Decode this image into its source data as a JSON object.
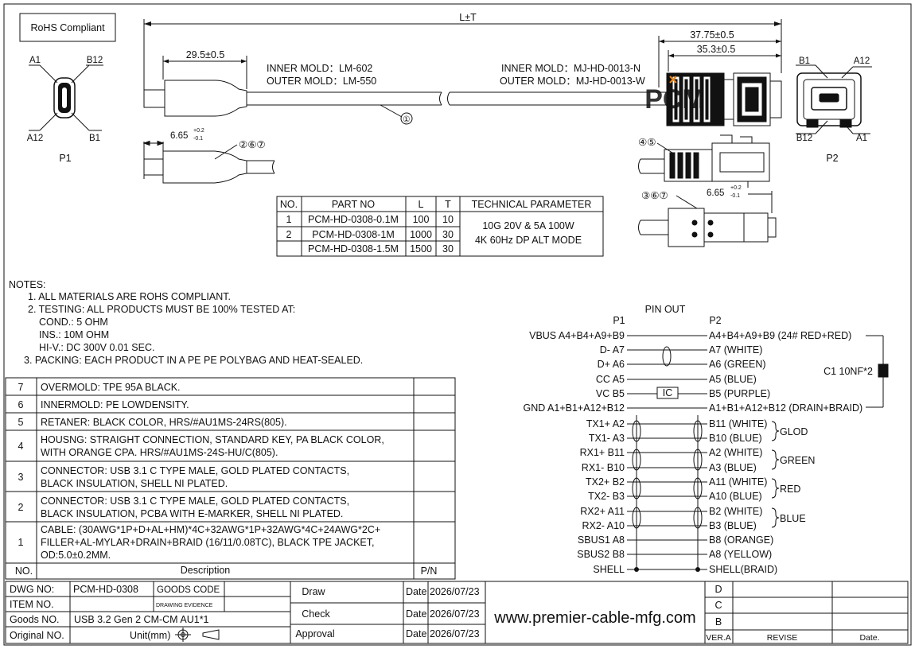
{
  "rohs_label": "RoHS Compliant",
  "dimensions": {
    "overall": "L±T",
    "plug_length": "29.5±0.5",
    "p2_total": "37.75±0.5",
    "p2_body": "35.3±0.5",
    "tip1": "6.65",
    "tip2": "6.65",
    "tol_plus": "+0.2",
    "tol_minus": "-0.1"
  },
  "molds": {
    "left_inner": "INNER MOLD：LM-602",
    "left_outer": "OUTER MOLD：LM-550",
    "right_inner": "INNER MOLD：MJ-HD-0013-N",
    "right_outer": "OUTER MOLD：MJ-HD-0013-W"
  },
  "connector_p1": {
    "name": "P1",
    "a1": "A1",
    "b12": "B12",
    "a12": "A12",
    "b1": "B1"
  },
  "connector_p2": {
    "name": "P2",
    "b1": "B1",
    "a12": "A12",
    "b12": "B12",
    "a1": "A1"
  },
  "balloons": {
    "cable": "①",
    "p1_parts": "②⑥⑦",
    "p2_parts_a": "④⑤",
    "p2_parts_b": "③⑥⑦"
  },
  "watermark": "PCM",
  "part_table": {
    "headers": [
      "NO.",
      "PART NO",
      "L",
      "T",
      "TECHNICAL PARAMETER"
    ],
    "rows": [
      {
        "no": "1",
        "part": "PCM-HD-0308-0.1M",
        "l": "100",
        "t": "10"
      },
      {
        "no": "2",
        "part": "PCM-HD-0308-1M",
        "l": "1000",
        "t": "30"
      },
      {
        "no": "",
        "part": "PCM-HD-0308-1.5M",
        "l": "1500",
        "t": "30"
      }
    ],
    "tech_line1": "10G 20V & 5A 100W",
    "tech_line2": "4K 60Hz DP ALT MODE"
  },
  "notes": [
    "NOTES:",
    "1. ALL MATERIALS ARE ROHS COMPLIANT.",
    "2. TESTING: ALL PRODUCTS MUST BE 100% TESTED AT:",
    "COND.: 5 OHM",
    "INS.: 10M OHM",
    "HI-V.: DC 300V 0.01 SEC.",
    "3. PACKING: EACH PRODUCT IN A  PE PE POLYBAG AND HEAT-SEALED."
  ],
  "bom": {
    "rows": [
      {
        "no": "7",
        "lines": [
          "OVERMOLD: TPE 95A BLACK."
        ]
      },
      {
        "no": "6",
        "lines": [
          "INNERMOLD: PE LOWDENSITY."
        ]
      },
      {
        "no": "5",
        "lines": [
          "RETANER: BLACK COLOR, HRS/#AU1MS-24RS(805)."
        ]
      },
      {
        "no": "4",
        "lines": [
          "HOUSNG: STRAIGHT CONNECTION, STANDARD KEY, PA BLACK COLOR,",
          "WITH ORANGE CPA. HRS/#AU1MS-24S-HU/C(805)."
        ]
      },
      {
        "no": "3",
        "lines": [
          "CONNECTOR: USB 3.1 C TYPE MALE, GOLD PLATED CONTACTS,",
          "BLACK INSULATION, SHELL NI PLATED."
        ]
      },
      {
        "no": "2",
        "lines": [
          "CONNECTOR: USB 3.1 C TYPE MALE, GOLD PLATED CONTACTS,",
          "BLACK INSULATION, PCBA WITH E-MARKER, SHELL NI PLATED."
        ]
      },
      {
        "no": "1",
        "lines": [
          "CABLE: (30AWG*1P+D+AL+HM)*4C+32AWG*1P+32AWG*4C+24AWG*2C+",
          "FILLER+AL-MYLAR+DRAIN+BRAID (16/11/0.08TC), BLACK TPE JACKET,",
          "OD:5.0±0.2MM."
        ]
      }
    ],
    "footer": {
      "no": "NO.",
      "desc": "Description",
      "pn": "P/N"
    }
  },
  "pinout": {
    "title": "PIN OUT",
    "p1": "P1",
    "p2": "P2",
    "rows": [
      {
        "left": "VBUS A4+B4+A9+B9",
        "right": "A4+B4+A9+B9 (24# RED+RED)"
      },
      {
        "left": "D-  A7",
        "right": "A7 (WHITE)"
      },
      {
        "left": "D+  A6",
        "right": "A6 (GREEN)"
      },
      {
        "left": "CC  A5",
        "right": "A5 (BLUE)"
      },
      {
        "left": "VC  B5",
        "right": "B5 (PURPLE)"
      },
      {
        "left": "GND A1+B1+A12+B12",
        "right": "A1+B1+A12+B12 (DRAIN+BRAID)"
      },
      {
        "left": "TX1+ A2",
        "right": "B11 (WHITE)"
      },
      {
        "left": "TX1- A3",
        "right": "B10 (BLUE)"
      },
      {
        "left": "RX1+ B11",
        "right": "A2 (WHITE)"
      },
      {
        "left": "RX1- B10",
        "right": "A3 (BLUE)"
      },
      {
        "left": "TX2+ B2",
        "right": "A11 (WHITE)"
      },
      {
        "left": "TX2- B3",
        "right": "A10 (BLUE)"
      },
      {
        "left": "RX2+ A11",
        "right": "B2 (WHITE)"
      },
      {
        "left": "RX2- A10",
        "right": "B3 (BLUE)"
      },
      {
        "left": "SBUS1 A8",
        "right": "B8 (ORANGE)"
      },
      {
        "left": "SBUS2 B8",
        "right": "A8 (YELLOW)"
      },
      {
        "left": "SHELL",
        "right": "SHELL(BRAID)"
      }
    ],
    "ic": "IC",
    "capacitor": "C1 10NF*2",
    "groups": [
      "GLOD",
      "GREEN",
      "RED",
      "BLUE"
    ]
  },
  "title_block": {
    "dwg_no_label": "DWG NO:",
    "dwg_no": "PCM-HD-0308",
    "goods_code": "GOODS CODE",
    "item_no_label": "ITEM NO.",
    "drawing_evidence": "DRAWING EVIDENCE",
    "goods_no_label": "Goods NO.",
    "goods_no": "USB 3.2 Gen 2 CM-CM AU1*1",
    "original_label": "Original NO.",
    "unit": "Unit(mm)",
    "draw": "Draw",
    "check": "Check",
    "approval": "Approval",
    "date_label": "Date",
    "date": "2026/07/23",
    "website": "www.premier-cable-mfg.com",
    "rev_d": "D",
    "rev_c": "C",
    "rev_b": "B",
    "ver": "VER.A",
    "revise": "REVISE",
    "rdate": "Date."
  },
  "colors": {
    "line": "#111111",
    "watermark": "#f08a1c",
    "cable": "#ffffff"
  }
}
